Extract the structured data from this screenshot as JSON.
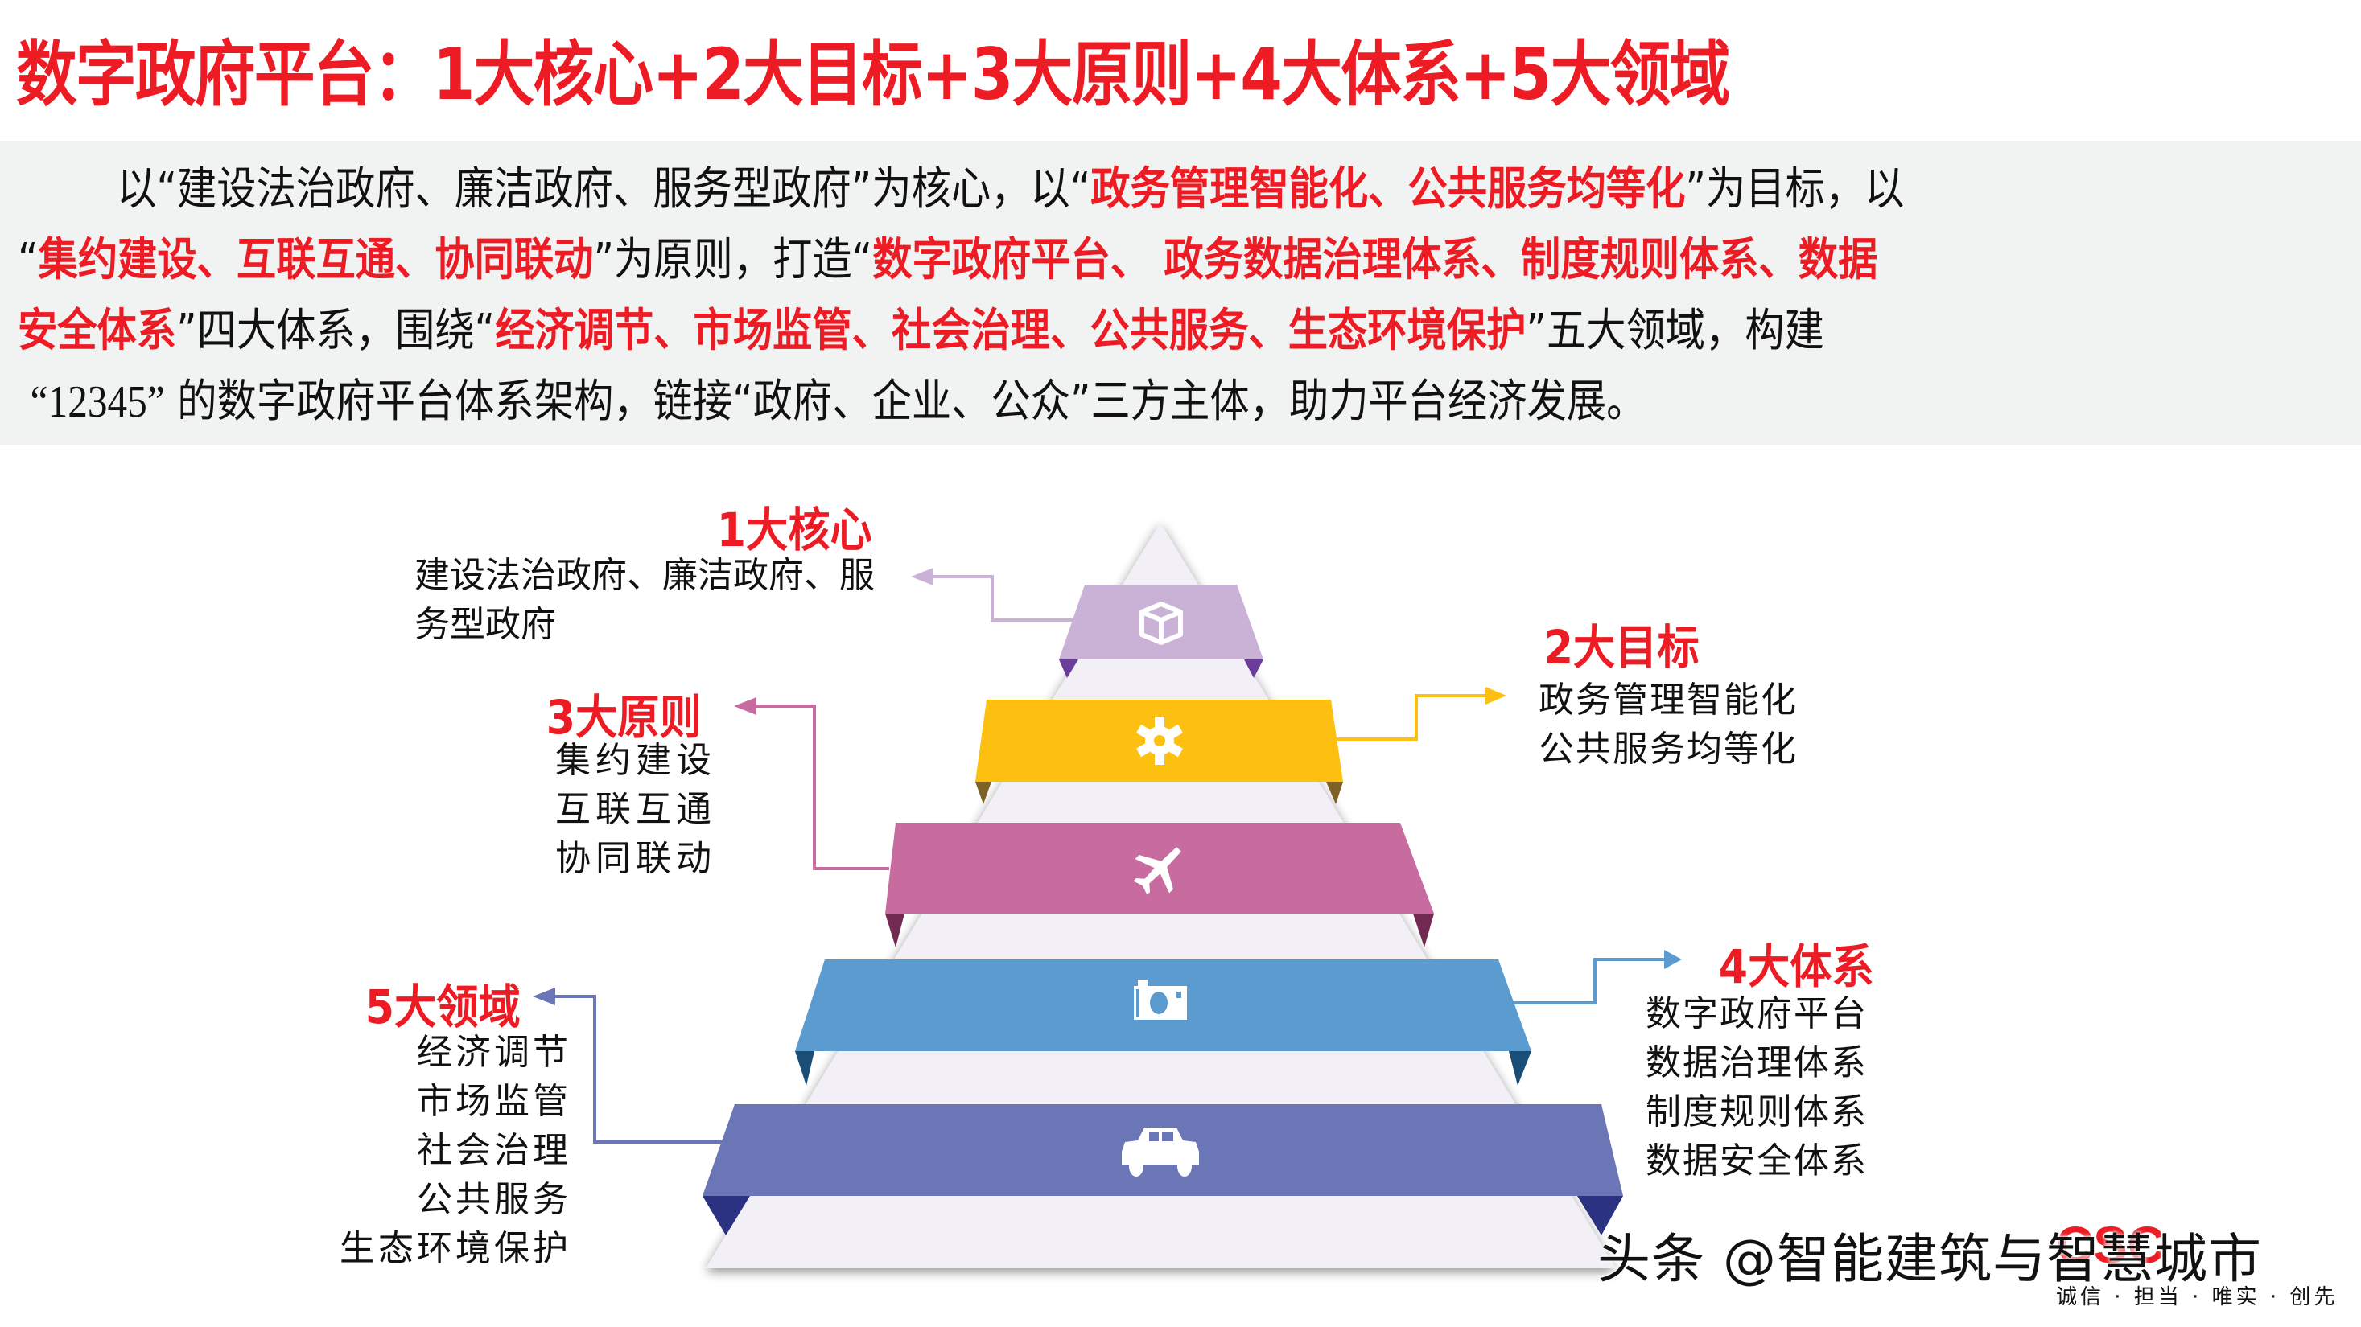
{
  "title": "数字政府平台：1大核心+2大目标+3大原则+4大体系+5大领域",
  "intro": {
    "segments": [
      {
        "text": "以“建设法治政府、廉洁政府、服务型政府”为核心，以“",
        "style": "normal"
      },
      {
        "text": "政务管理智能化、公共服务均等化",
        "style": "red"
      },
      {
        "text": "”为目标，以“",
        "style": "normal"
      },
      {
        "text": "集约建设、互联互通、协同联动",
        "style": "red"
      },
      {
        "text": "”为原则，打造“",
        "style": "normal"
      },
      {
        "text": "数字政府平台、 政务数据治理体系、制度规则体系、数据安全体系",
        "style": "red"
      },
      {
        "text": "”四大体系，围绕“",
        "style": "normal"
      },
      {
        "text": "经济调节、市场监管、社会治理、公共服务、生态环境保护",
        "style": "red"
      },
      {
        "text": "”五大领域，构建 “12345” 的数字政府平台体系架构，链接“政府、企业、公众”三方主体，助力平台经济发展。",
        "style": "normal"
      }
    ],
    "lines": [
      [
        "以“建设法治政府、廉洁政府、服务型政府”为核心，以“",
        "政务管理智能化、公共服务均等化",
        "”为目标，以"
      ],
      [
        "“",
        "集约建设、互联互通、协同联动",
        "”为原则，打造“",
        "数字政府平台、 政务数据治理体系、制度规则体系、数据"
      ],
      [
        "安全体系",
        "”四大体系，围绕“",
        "经济调节、市场监管、社会治理、公共服务、生态环境保护",
        "”五大领域，构建"
      ],
      [
        "“12345”",
        " 的数字政府平台体系架构，链接“政府、企业、公众”三方主体，助力平台经济发展。"
      ]
    ]
  },
  "pyramid": {
    "levels": [
      {
        "id": 1,
        "heading": "1大核心",
        "items": [
          "建设法治政府、廉洁政府、服",
          "务型政府"
        ],
        "icon": "cube-icon",
        "color": "#c9b2d6",
        "fold_color": "#6a3d9a",
        "connector_color": "#c9b2d6",
        "side": "left"
      },
      {
        "id": 2,
        "heading": "2大目标",
        "items": [
          "政务管理智能化",
          "公共服务均等化"
        ],
        "icon": "gear-icon",
        "color": "#fdc010",
        "fold_color": "#7f6026",
        "connector_color": "#fdc010",
        "side": "right"
      },
      {
        "id": 3,
        "heading": "3大原则",
        "items": [
          "集约建设",
          "互联互通",
          "协同联动"
        ],
        "icon": "airplane-icon",
        "color": "#c86c9f",
        "fold_color": "#722a52",
        "connector_color": "#c86c9f",
        "side": "left"
      },
      {
        "id": 4,
        "heading": "4大体系",
        "items": [
          "数字政府平台",
          "数据治理体系",
          "制度规则体系",
          "数据安全体系"
        ],
        "icon": "camera-icon",
        "color": "#5b9bd0",
        "fold_color": "#1b4e76",
        "connector_color": "#5b9bd0",
        "side": "right"
      },
      {
        "id": 5,
        "heading": "5大领域",
        "items": [
          "经济调节",
          "市场监管",
          "社会治理",
          "公共服务",
          "生态环境保护"
        ],
        "icon": "car-icon",
        "color": "#6b76b6",
        "fold_color": "#2c3282",
        "connector_color": "#6b76b6",
        "side": "left"
      }
    ],
    "body_color": "#f3eff6"
  },
  "watermark": {
    "text": "头条 @智能建筑与智慧城市",
    "slogan": "诚信 · 担当 · 唯实 · 创先"
  },
  "colors": {
    "accent_red": "#ed1c24",
    "gray_band": "#f1f2f2"
  }
}
